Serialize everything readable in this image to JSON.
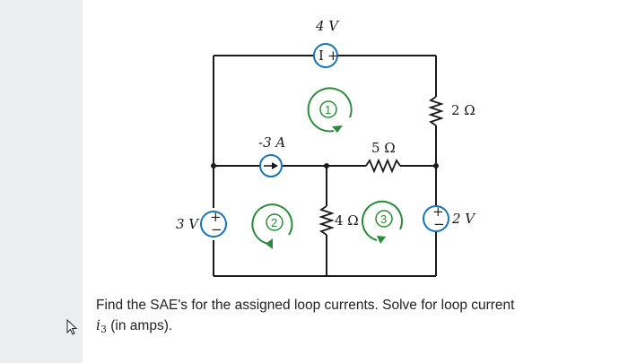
{
  "circuit": {
    "source_top_label": "4 V",
    "current_source_label": "-3 A",
    "left_source_label": "3 V",
    "right_source_label": "2 V",
    "r_top_right_label": "2 Ω",
    "r_middle_label": "5 Ω",
    "r_bottom_label": "4 Ω",
    "loop_labels": [
      "1",
      "2",
      "3"
    ],
    "polarity_plus": "+",
    "polarity_minus": "−",
    "polarity_top_minus": "I",
    "colors": {
      "wire": "#1a1a1a",
      "loop": "#2a8a3a",
      "source": "#1a73b7"
    }
  },
  "question": {
    "line1": "Find the SAE's for the assigned loop currents. Solve for loop current",
    "var": "i",
    "sub": "3",
    "line2_rest": " (in amps)."
  }
}
